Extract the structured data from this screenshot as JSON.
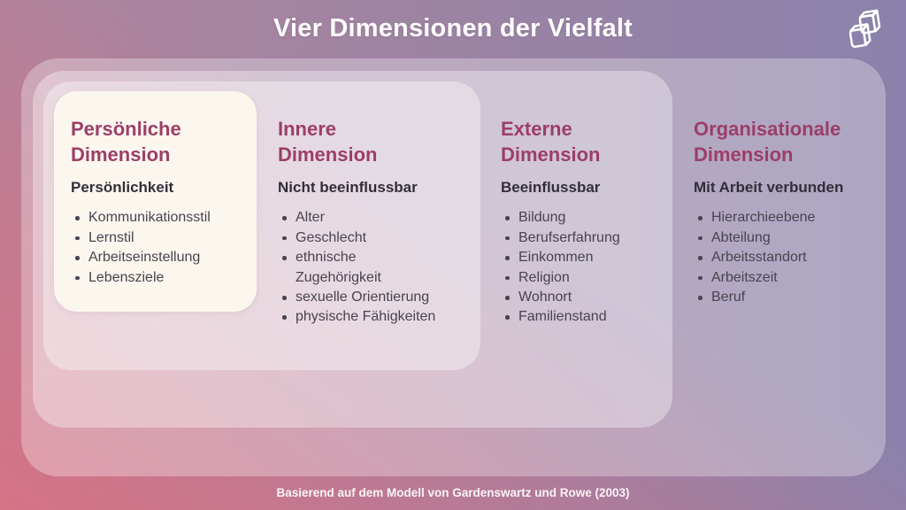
{
  "slide": {
    "title": "Vier Dimensionen der Vielfalt",
    "footer": "Basierend auf dem Modell von Gardenswartz und Rowe (2003)"
  },
  "columns": [
    {
      "title": "Persönliche Dimension",
      "subtitle": "Persönlichkeit",
      "items": [
        "Kommunikationsstil",
        "Lernstil",
        "Arbeitseinstellung",
        "Lebensziele"
      ]
    },
    {
      "title": "Innere Dimension",
      "subtitle": "Nicht beeinflussbar",
      "items": [
        "Alter",
        "Geschlecht",
        "ethnische Zugehörigkeit",
        "sexuelle Orientierung",
        "physische Fähigkeiten"
      ]
    },
    {
      "title": "Externe Dimension",
      "subtitle": "Beeinflussbar",
      "items": [
        "Bildung",
        "Berufserfahrung",
        "Einkommen",
        "Religion",
        "Wohnort",
        "Familienstand"
      ]
    },
    {
      "title": "Organisationale Dimension",
      "subtitle": "Mit Arbeit verbunden",
      "items": [
        "Hierarchieebene",
        "Abteilung",
        "Arbeitsstandort",
        "Arbeitszeit",
        "Beruf"
      ]
    }
  ],
  "icons": {
    "brand_logo": "two-3d-blocks-outline"
  },
  "colors": {
    "heading_accent": "#9c3e68",
    "card_background": "#fcf7ee",
    "title_text": "#ffffff",
    "body_text": "#494350",
    "background_left": "#b0849c",
    "background_right": "#8a82ac",
    "background_glow_rose": "#ed6879"
  }
}
